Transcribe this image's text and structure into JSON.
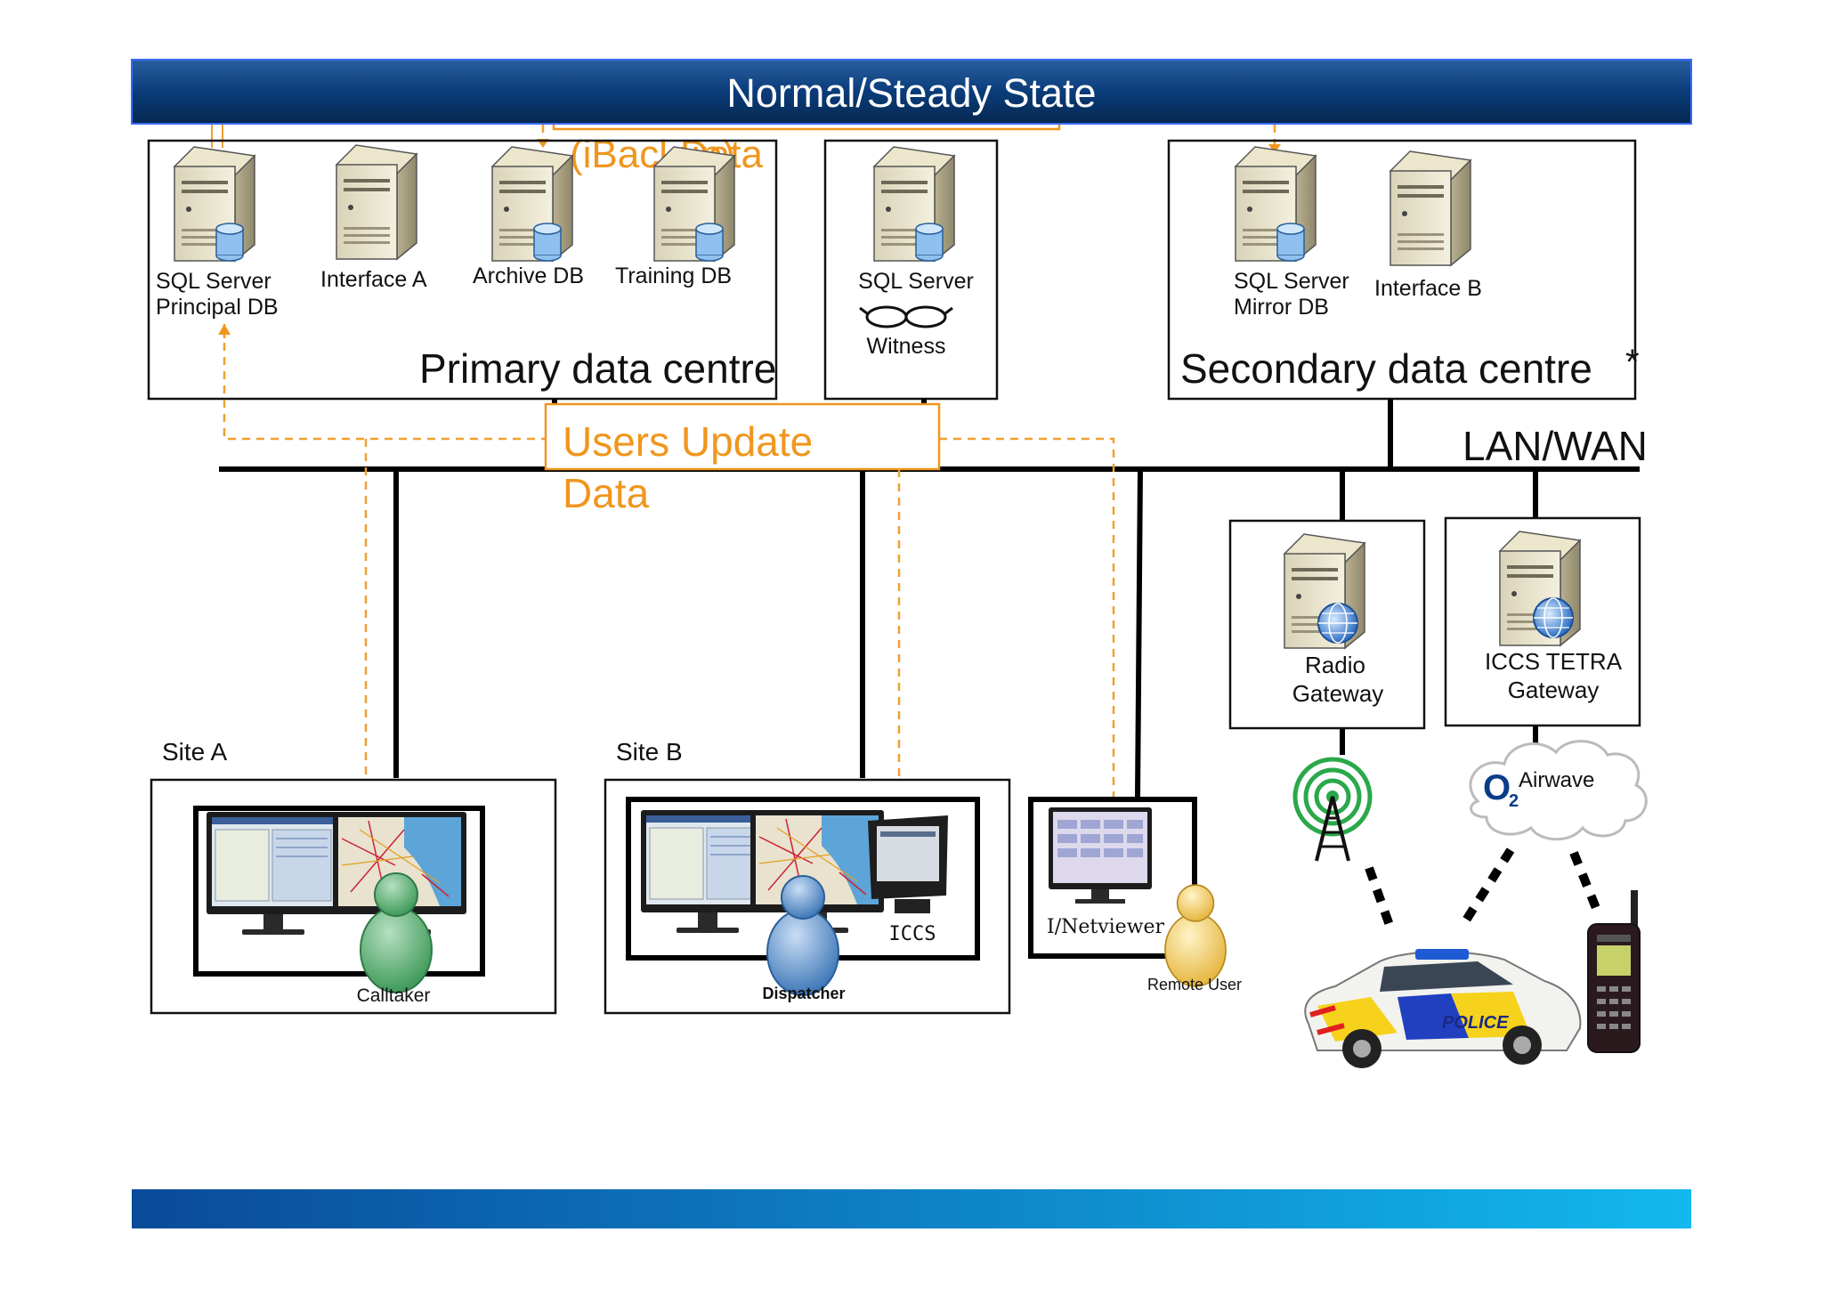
{
  "title": "Normal/Steady State",
  "overlap_texts": {
    "a": "(iBackup)",
    "b": "Data"
  },
  "primary": {
    "label": "Primary data centre",
    "servers": [
      {
        "line1": "SQL Server",
        "line2": "Principal DB",
        "icon": "server-db-icon"
      },
      {
        "line1": "Interface A",
        "icon": "server-icon"
      },
      {
        "line1": "Archive DB",
        "icon": "server-db-icon"
      },
      {
        "line1": "Training DB",
        "icon": "server-db-icon"
      }
    ]
  },
  "witness": {
    "line1": "SQL Server",
    "line2": "Witness",
    "icon": "glasses-icon"
  },
  "secondary": {
    "label": "Secondary data centre",
    "asterisk": "*",
    "servers": [
      {
        "line1": "SQL Server",
        "line2": "Mirror DB",
        "icon": "server-db-icon"
      },
      {
        "line1": "Interface B",
        "icon": "server-icon"
      }
    ]
  },
  "users_update": {
    "line1": "Users Update",
    "line2": "Data"
  },
  "network_label": "LAN/WAN",
  "radio_gateway": {
    "line1": "Radio",
    "line2": "Gateway"
  },
  "tetra_gateway": {
    "line1": "ICCS TETRA",
    "line2": "Gateway"
  },
  "site_a": {
    "label": "Site A",
    "user": "Calltaker"
  },
  "site_b": {
    "label": "Site B",
    "user": "Dispatcher",
    "console": "ICCS"
  },
  "netviewer": {
    "label": "I/Netviewer",
    "user": "Remote User"
  },
  "airwave": {
    "brand": "O",
    "sub": "2",
    "label": "Airwave"
  },
  "police_car": {
    "label": "POLICE"
  },
  "colors": {
    "banner": "#0a3c7a",
    "accent": "#f0961e",
    "footer_left": "#0a4a9a",
    "footer_right": "#12b8ee"
  }
}
